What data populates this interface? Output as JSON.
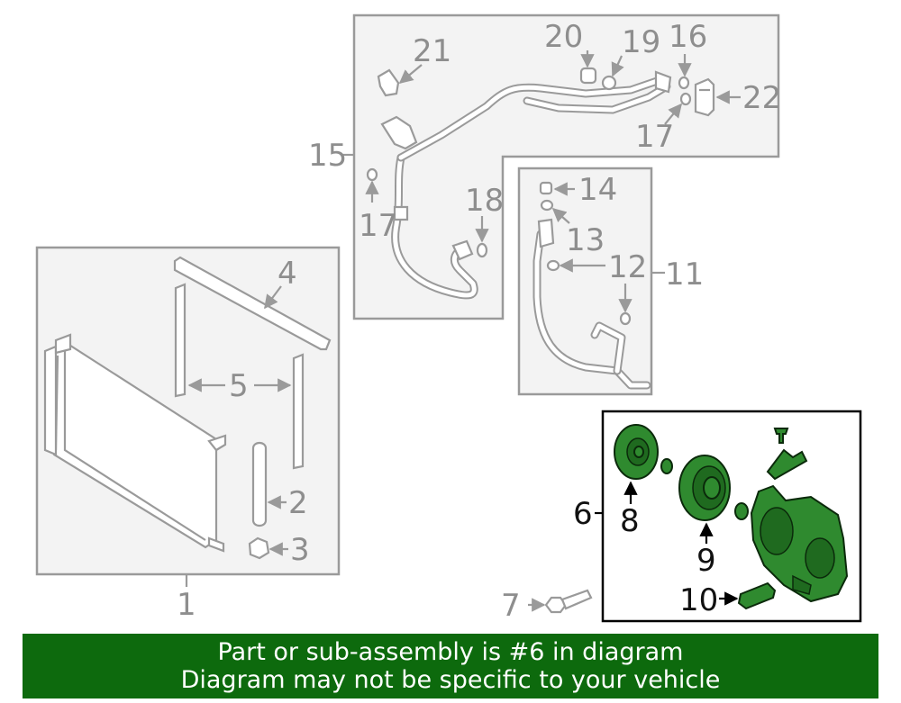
{
  "callouts": {
    "c1": "1",
    "c2": "2",
    "c3": "3",
    "c4": "4",
    "c5": "5",
    "c6": "6",
    "c7": "7",
    "c8": "8",
    "c9": "9",
    "c10": "10",
    "c11": "11",
    "c12": "12",
    "c13": "13",
    "c14": "14",
    "c15": "15",
    "c16": "16",
    "c17a": "17",
    "c17b": "17",
    "c18": "18",
    "c19": "19",
    "c20": "20",
    "c21": "21",
    "c22": "22"
  },
  "banner": {
    "line1": "Part or sub-assembly is #6 in diagram",
    "line2": "Diagram may not be specific to your vehicle"
  },
  "colors": {
    "highlight": "#2f8a2f",
    "banner": "#0d6a0d",
    "line_gray": "#9a9a9a"
  }
}
